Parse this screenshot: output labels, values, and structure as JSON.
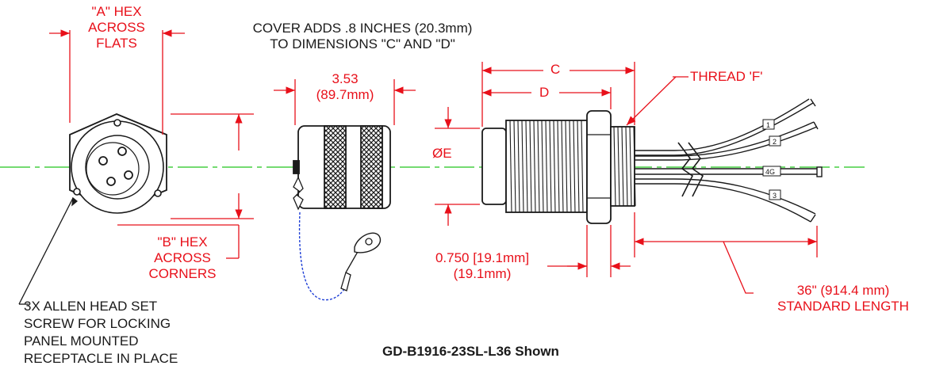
{
  "colors": {
    "dimension": "#e8101a",
    "centerline": "#22c51c",
    "outline": "#1a1a1a",
    "lanyard": "#1f3fd6"
  },
  "labels": {
    "a_hex": [
      "\"A\" HEX",
      "ACROSS",
      "FLATS"
    ],
    "cover_note": [
      "COVER ADDS .8 INCHES (20.3mm)",
      "TO DIMENSIONS  \"C\" AND \"D\""
    ],
    "cover_length": [
      "3.53",
      "(89.7mm)"
    ],
    "dim_c": "C",
    "dim_d": "D",
    "thread": "THREAD 'F'",
    "dia_e": "ØE",
    "b_hex": [
      "\"B\" HEX",
      "ACROSS",
      "CORNERS"
    ],
    "panel_dim": [
      "0.750 [19.1mm]",
      "(19.1mm)"
    ],
    "std_length": [
      "36\" (914.4 mm)",
      "STANDARD LENGTH"
    ],
    "set_screw": [
      "3X ALLEN HEAD SET",
      "SCREW FOR LOCKING",
      "PANEL MOUNTED",
      "RECEPTACLE IN PLACE"
    ],
    "caption": "GD-B1916-23SL-L36 Shown"
  },
  "wire_tags": [
    "1",
    "2",
    "4G",
    "3"
  ]
}
